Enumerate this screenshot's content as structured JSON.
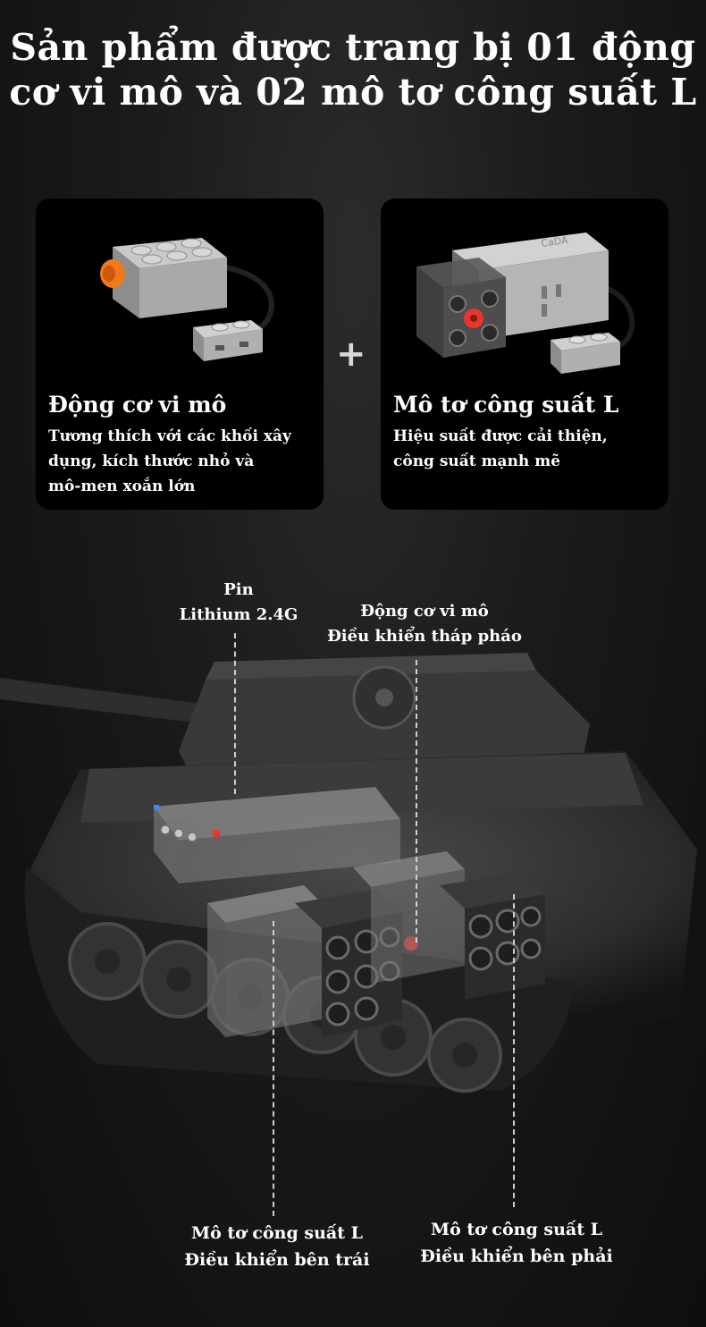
{
  "title": {
    "line1": "Sản phẩm được trang bị 01 động",
    "line2": "cơ vi mô và 02 mô tơ công suất L"
  },
  "cards": [
    {
      "name": "Động cơ vi mô",
      "desc1": "Tương thích với các khối xây",
      "desc2": "dụng, kích thước nhỏ và",
      "desc3": "mô-men xoắn lớn"
    },
    {
      "name": "Mô tơ công suất L",
      "desc1": "Hiệu suất được cải thiện,",
      "desc2": "công suất mạnh mẽ"
    }
  ],
  "plus_symbol": "+",
  "motor_brand_text": "CaDA",
  "callouts": {
    "battery": {
      "line1": "Pin",
      "line2": "Lithium 2.4G"
    },
    "micro_motor": {
      "line1": "Động cơ vi mô",
      "line2": "Điều khiển tháp pháo"
    },
    "left_motor": {
      "line1": "Mô tơ công suất L",
      "line2": "Điều khiển bên trái"
    },
    "right_motor": {
      "line1": "Mô tơ công suất L",
      "line2": "Điều khiển bên phải"
    }
  },
  "colors": {
    "background": "#151515",
    "card": "#000000",
    "accent_orange": "#f07a1a",
    "accent_red": "#e8362a",
    "motor_grey": "#a9a9a9"
  }
}
